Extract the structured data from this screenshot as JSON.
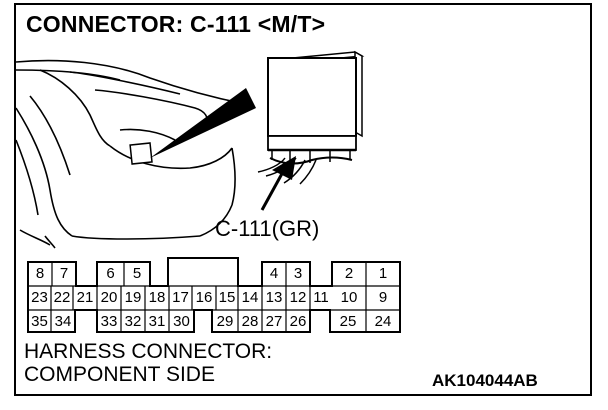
{
  "title": "CONNECTOR: C-111 <M/T>",
  "connector_label": "C-111(GR)",
  "footer": {
    "line1": "HARNESS CONNECTOR:",
    "line2": "COMPONENT SIDE"
  },
  "code": "AK104044AB",
  "pins": {
    "row1": [
      "8",
      "7",
      "6",
      "5",
      "4",
      "3",
      "2",
      "1"
    ],
    "row2": [
      "23",
      "22",
      "21",
      "20",
      "19",
      "18",
      "17",
      "16",
      "15",
      "14",
      "13",
      "12",
      "11",
      "10",
      "9"
    ],
    "row3": [
      "35",
      "34",
      "33",
      "32",
      "31",
      "30",
      "29",
      "28",
      "27",
      "26",
      "25",
      "24"
    ]
  }
}
